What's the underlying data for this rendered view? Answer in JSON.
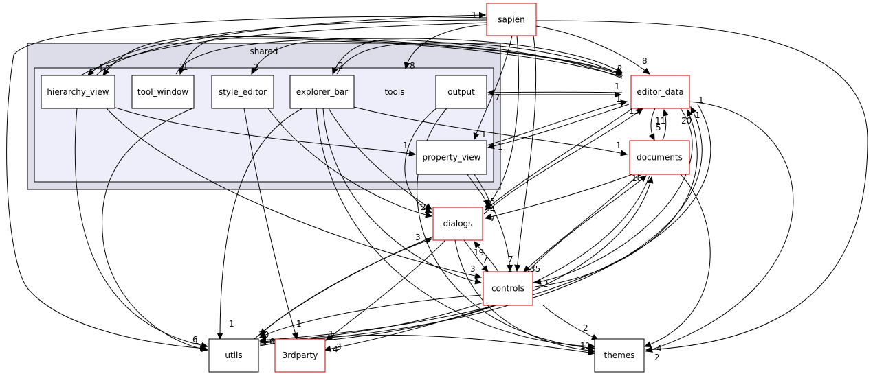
{
  "colors": {
    "outer_cluster_fill": "#dddde9",
    "outer_cluster_stroke": "#000000",
    "inner_cluster_fill": "#eeeefa",
    "inner_cluster_stroke": "#000000",
    "internal_node_stroke": "#000000",
    "external_node_stroke": "#000000",
    "linked_node_stroke": "#cc0000",
    "edge": "#000000"
  },
  "clusters": {
    "outer": {
      "label": "shared"
    },
    "inner": {
      "label": "tools"
    }
  },
  "nodes": [
    {
      "id": "sapien",
      "label": "sapien",
      "kind": "linked"
    },
    {
      "id": "hierarchy_view",
      "label": "hierarchy_view",
      "kind": "internal"
    },
    {
      "id": "tool_window",
      "label": "tool_window",
      "kind": "internal"
    },
    {
      "id": "style_editor",
      "label": "style_editor",
      "kind": "internal"
    },
    {
      "id": "explorer_bar",
      "label": "explorer_bar",
      "kind": "internal"
    },
    {
      "id": "output",
      "label": "output",
      "kind": "internal"
    },
    {
      "id": "property_view",
      "label": "property_view",
      "kind": "internal"
    },
    {
      "id": "editor_data",
      "label": "editor_data",
      "kind": "linked"
    },
    {
      "id": "documents",
      "label": "documents",
      "kind": "linked"
    },
    {
      "id": "dialogs",
      "label": "dialogs",
      "kind": "linked"
    },
    {
      "id": "controls",
      "label": "controls",
      "kind": "linked"
    },
    {
      "id": "utils",
      "label": "utils",
      "kind": "external"
    },
    {
      "id": "3rdparty",
      "label": "3rdparty",
      "kind": "linked"
    },
    {
      "id": "themes",
      "label": "themes",
      "kind": "external"
    }
  ],
  "edge_labels": [
    "1",
    "4",
    "2",
    "2",
    "1",
    "2",
    "8",
    "2",
    "8",
    "2",
    "7",
    "1",
    "1",
    "1",
    "1",
    "13",
    "11",
    "5",
    "1",
    "20",
    "1",
    "1",
    "1",
    "2",
    "5",
    "4",
    "7",
    "3",
    "10",
    "19",
    "7",
    "2",
    "3",
    "7",
    "1",
    "35",
    "2",
    "11",
    "6",
    "1",
    "1",
    "10",
    "6",
    "1",
    "4",
    "3",
    "4",
    "2",
    "1"
  ]
}
